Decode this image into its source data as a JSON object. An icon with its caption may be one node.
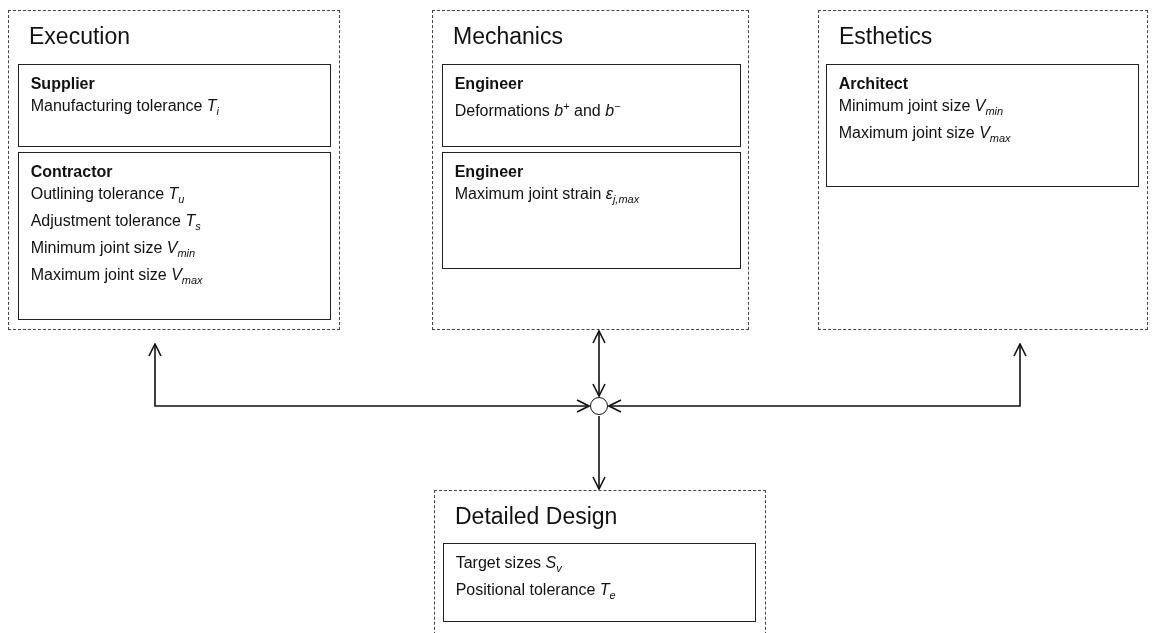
{
  "diagram": {
    "nodes": [
      {
        "text": [
          "Execution"
        ]
      },
      {
        "text": [
          "Supplier",
          "Manufacturing tolerance *T*$_{i}$"
        ],
        "in": 0
      },
      {
        "text": [
          "Contractor",
          "Outlining tolerance *T*$_{u}$",
          "Adjustment tolerance *T*$_{s}$",
          "Minimum joint size *V*$_{min}$",
          "Maximum joint size *V*$_{max}$"
        ],
        "in": 0
      },
      {
        "text": [
          "Mechanics"
        ]
      },
      {
        "text": [
          "Engineer",
          "Deformations *b*$^{+}$ and *b*$^{−}$"
        ],
        "in": 3
      },
      {
        "text": [
          "Engineer",
          "Maximum joint strain *ε*$_{j,max}$"
        ],
        "in": 3
      },
      {
        "text": [
          "Esthetics"
        ]
      },
      {
        "text": [
          "Architect",
          "Minimum joint size *V*$_{min}$",
          "Maximum joint size *V*$_{max}$"
        ],
        "in": 6
      },
      {
        "text": [],
        "shape": "circle"
      },
      {
        "text": [
          "Detailed Design"
        ]
      },
      {
        "text": [
          "Target sizes *S*$_{v}$",
          "Positional tolerance *T*$_{e}$"
        ],
        "in": 9
      }
    ],
    "edges": [
      {
        "from": 8,
        "to": 0,
        "arrow": "both"
      },
      {
        "from": 8,
        "to": 3,
        "arrow": "both"
      },
      {
        "from": 8,
        "to": 6,
        "arrow": "both"
      },
      {
        "from": 8,
        "to": 9,
        "arrow": "to"
      }
    ]
  }
}
